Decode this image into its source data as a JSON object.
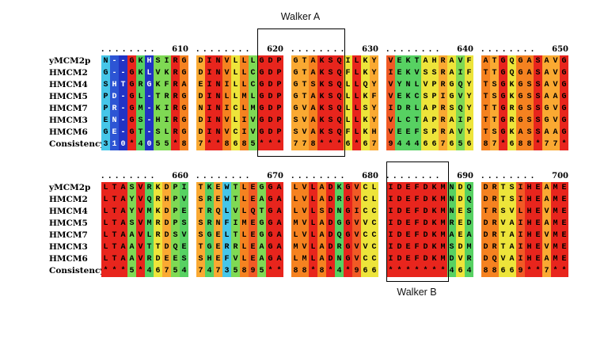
{
  "figure": {
    "walker_a_label": "Walker A",
    "walker_b_label": "Walker B",
    "consistency_label": "Consistency"
  },
  "palette": {
    "*": "#e8251d",
    "9": "#f15a25",
    "8": "#f58220",
    "7": "#faa932",
    "6": "#ede43a",
    "5": "#7fd954",
    "4": "#57d162",
    "3": "#46c6e8",
    "2": "#3a9bdc",
    "1": "#2d55d4",
    "0": "#2233c4"
  },
  "light_text_scores": "012",
  "blocks": [
    {
      "ruler_numbers": [
        "610",
        "620",
        "630",
        "640",
        "650"
      ],
      "consistency": [
        "310*4055*8",
        "7**8685***",
        "778***6*67",
        "9444667656",
        "87*688*77*"
      ],
      "rows": [
        {
          "label": "yMCM2p",
          "groups": [
            "N--GKHSIRG",
            "DINVLLLGDP",
            "GTAKSQILKY",
            "VEKTAHRAVF",
            "ATGQGASAVG"
          ]
        },
        {
          "label": "HMCM2",
          "groups": [
            "G--GKLVKRG",
            "DINVLLCGDP",
            "GTAKSQFLKY",
            "IEKVSSRAIF",
            "TTGQGASAVG"
          ]
        },
        {
          "label": "HMCM4",
          "groups": [
            "SHTGRGKFRA",
            "EINILLCGDP",
            "GTSKSQLLQY",
            "VYNLVPRGQY",
            "TSGKGSSAVG"
          ]
        },
        {
          "label": "HMCM5",
          "groups": [
            "PD-GL-TRRG",
            "DINLLMLGDP",
            "GTAKSQLLKF",
            "VEKCSPIGVY",
            "TSGKGSSAAG"
          ]
        },
        {
          "label": "HMCM7",
          "groups": [
            "PR-GM-KIRG",
            "NINICLMGDP",
            "GVAKSQLLSY",
            "IDRLAPRSQY",
            "TTGRGSSGVG"
          ]
        },
        {
          "label": "HMCM3",
          "groups": [
            "EN-GS-HIRG",
            "DINVLIVGDP",
            "SVAKSQLLKY",
            "VLCTAPRAIP",
            "TTGRGSSGVG"
          ]
        },
        {
          "label": "HMCM6",
          "groups": [
            "GE-GT-SLRG",
            "DINVCIVGDP",
            "SVAKSQFLKH",
            "VEEFSPRAVY",
            "TSGKASSAAG"
          ]
        }
      ]
    },
    {
      "ruler_numbers": [
        "660",
        "670",
        "680",
        "690",
        "700"
      ],
      "consistency": [
        "***5*46754",
        "74735895**",
        "88*8*4*966",
        "*******464",
        "88669**7**"
      ],
      "rows": [
        {
          "label": "yMCM2p",
          "groups": [
            "LTASVRKDPI",
            "TKEWTLEGGA",
            "LVLADKGVCL",
            "IDEFDKMNDQ",
            "DRTSIHEAME"
          ]
        },
        {
          "label": "HMCM2",
          "groups": [
            "LTAYVQRHPV",
            "SREWTLEAGA",
            "LVLADRGVCL",
            "IDEFDKMNDQ",
            "DRTSIHEAME"
          ]
        },
        {
          "label": "HMCM4",
          "groups": [
            "LTAYVMKDPE",
            "TRQLVLQTGA",
            "LVLSDNGICC",
            "IDEFDKMNES",
            "TRSVLHEVME"
          ]
        },
        {
          "label": "HMCM5",
          "groups": [
            "LTASVMRDPS",
            "SRNFIMEGGA",
            "MVLADGGVVC",
            "IDEFDKMRED",
            "DRVAIHEAME"
          ]
        },
        {
          "label": "HMCM7",
          "groups": [
            "LTAAVLRDSV",
            "SGELTLEGGA",
            "LVLADQGVCC",
            "IDEFDKMAEA",
            "DRTAIHEVME"
          ]
        },
        {
          "label": "HMCM3",
          "groups": [
            "LTAAVTTDQE",
            "TGERRLEAGA",
            "MVLADRGVVC",
            "IDEFDKMSDM",
            "DRTAIHEVME"
          ]
        },
        {
          "label": "HMCM6",
          "groups": [
            "LTAAVRDEES",
            "SHEFVLEAGA",
            "LMLADNGVCC",
            "IDEFDKMDVR",
            "DQVAIHEAME"
          ]
        }
      ]
    }
  ]
}
